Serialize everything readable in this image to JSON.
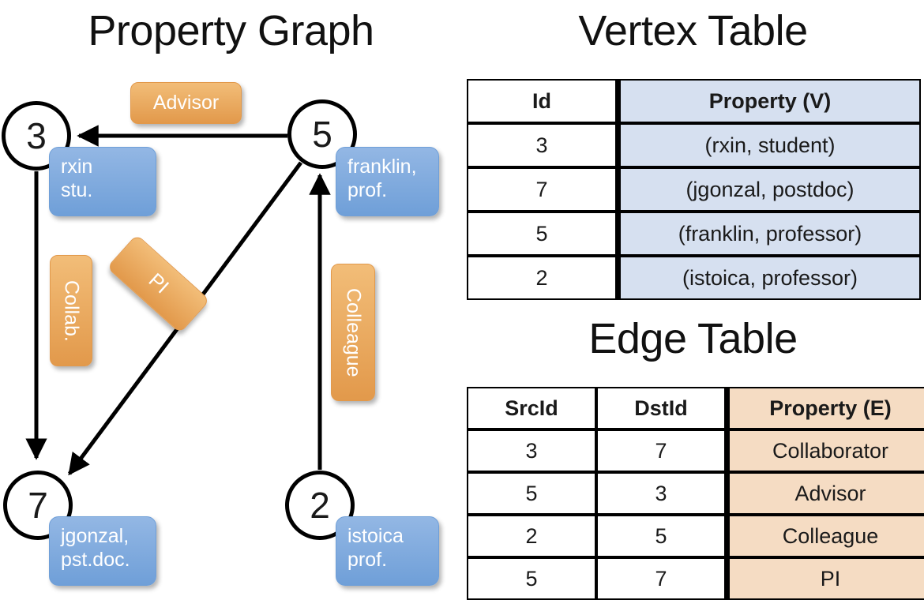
{
  "titles": {
    "graph": "Property Graph",
    "vertex_table": "Vertex Table",
    "edge_table": "Edge Table"
  },
  "colors": {
    "vertex_property_fill": "#D6E0F0",
    "edge_property_fill": "#F5DCC3",
    "node_property_box": "#6F9FD8",
    "edge_label_box": "#E2994B",
    "stroke": "#000000"
  },
  "graph": {
    "nodes": [
      {
        "id": "3",
        "property_line1": "rxin",
        "property_line2": "stu."
      },
      {
        "id": "5",
        "property_line1": "franklin,",
        "property_line2": "prof."
      },
      {
        "id": "7",
        "property_line1": "jgonzal,",
        "property_line2": "pst.doc."
      },
      {
        "id": "2",
        "property_line1": "istoica",
        "property_line2": "prof."
      }
    ],
    "edge_labels": [
      {
        "name": "advisor",
        "text": "Advisor"
      },
      {
        "name": "collab",
        "text": "Collab."
      },
      {
        "name": "pi",
        "text": "PI"
      },
      {
        "name": "colleague",
        "text": "Colleague"
      }
    ],
    "edges": [
      {
        "src": "5",
        "dst": "3",
        "label": "Advisor"
      },
      {
        "src": "3",
        "dst": "7",
        "label": "Collab."
      },
      {
        "src": "5",
        "dst": "7",
        "label": "PI"
      },
      {
        "src": "2",
        "dst": "5",
        "label": "Colleague"
      }
    ]
  },
  "vertex_table": {
    "headers": [
      "Id",
      "Property (V)"
    ],
    "rows": [
      {
        "id": "3",
        "property": "(rxin, student)"
      },
      {
        "id": "7",
        "property": "(jgonzal, postdoc)"
      },
      {
        "id": "5",
        "property": "(franklin, professor)"
      },
      {
        "id": "2",
        "property": "(istoica, professor)"
      }
    ]
  },
  "edge_table": {
    "headers": [
      "SrcId",
      "DstId",
      "Property (E)"
    ],
    "rows": [
      {
        "src": "3",
        "dst": "7",
        "property": "Collaborator"
      },
      {
        "src": "5",
        "dst": "3",
        "property": "Advisor"
      },
      {
        "src": "2",
        "dst": "5",
        "property": "Colleague"
      },
      {
        "src": "5",
        "dst": "7",
        "property": "PI"
      }
    ]
  }
}
